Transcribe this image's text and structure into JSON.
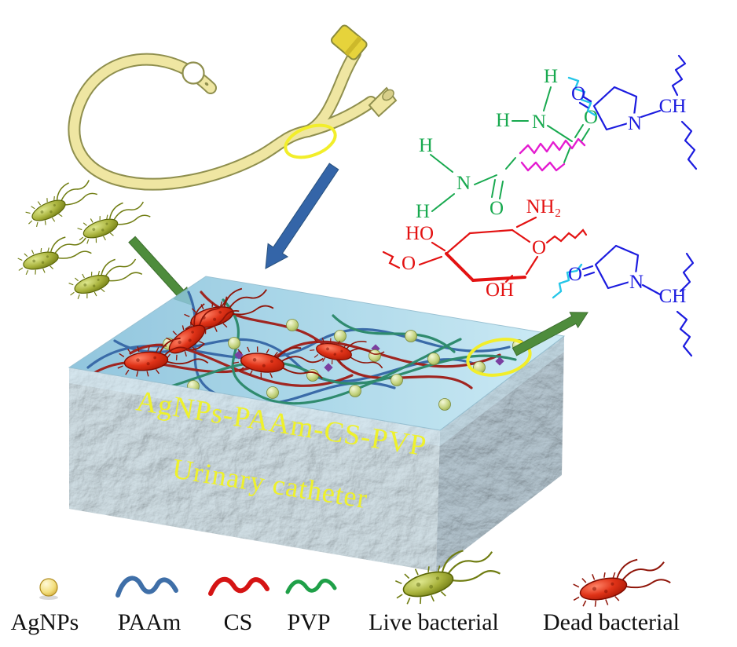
{
  "figure": {
    "surface_label": "AgNPs-PAAm-CS-PVP",
    "substrate_label": "Urinary catheter"
  },
  "chemistry": {
    "paam_amide_top": {
      "h_top": "H",
      "h_side": "H",
      "n": "N",
      "o": "O"
    },
    "paam_amide_bottom": {
      "h_top": "H",
      "h_side": "H",
      "n": "N",
      "o": "O"
    },
    "chitosan": {
      "nh2": "NH₂",
      "ho": "HO",
      "oh": "OH",
      "ring_o": "O",
      "link_o": "O"
    },
    "pvp_top": {
      "o": "O",
      "n": "N",
      "ch": "CH"
    },
    "pvp_bottom": {
      "o": "O",
      "n": "N",
      "ch": "CH"
    }
  },
  "legend": {
    "items": [
      {
        "label": "AgNPs",
        "icon": "gold-nanoparticle"
      },
      {
        "label": "PAAm",
        "icon": "blue-wave"
      },
      {
        "label": "CS",
        "icon": "red-wave"
      },
      {
        "label": "PVP",
        "icon": "green-wave"
      },
      {
        "label": "Live bacterial",
        "icon": "live-bacterium"
      },
      {
        "label": "Dead bacterial",
        "icon": "dead-bacterium"
      }
    ]
  },
  "colors": {
    "catheter_body": "#efe6a2",
    "catheter_outline": "#8f8f4e",
    "catheter_valve": "#e6d33b",
    "arrow_blue": "#3465a8",
    "arrow_green": "#4e8c3c",
    "highlight_yellow": "#f2ee2a",
    "surface_text": "#eef12c",
    "water_surface": "#9fd2e6",
    "paam_chain": "#3a6ba8",
    "cs_chain": "#a02520",
    "pvp_chain": "#2f8b6e",
    "crosslink_knot": "#7a3fa0",
    "live_bacteria": "#a8b23c",
    "dead_bacteria": "#c41404",
    "agnp_gold": "#c89b25",
    "chem_green": "#18a94f",
    "chem_red": "#e31212",
    "chem_blue": "#1b1bdf",
    "chem_magenta": "#e41bd0",
    "chem_cyan": "#25c6e8"
  }
}
